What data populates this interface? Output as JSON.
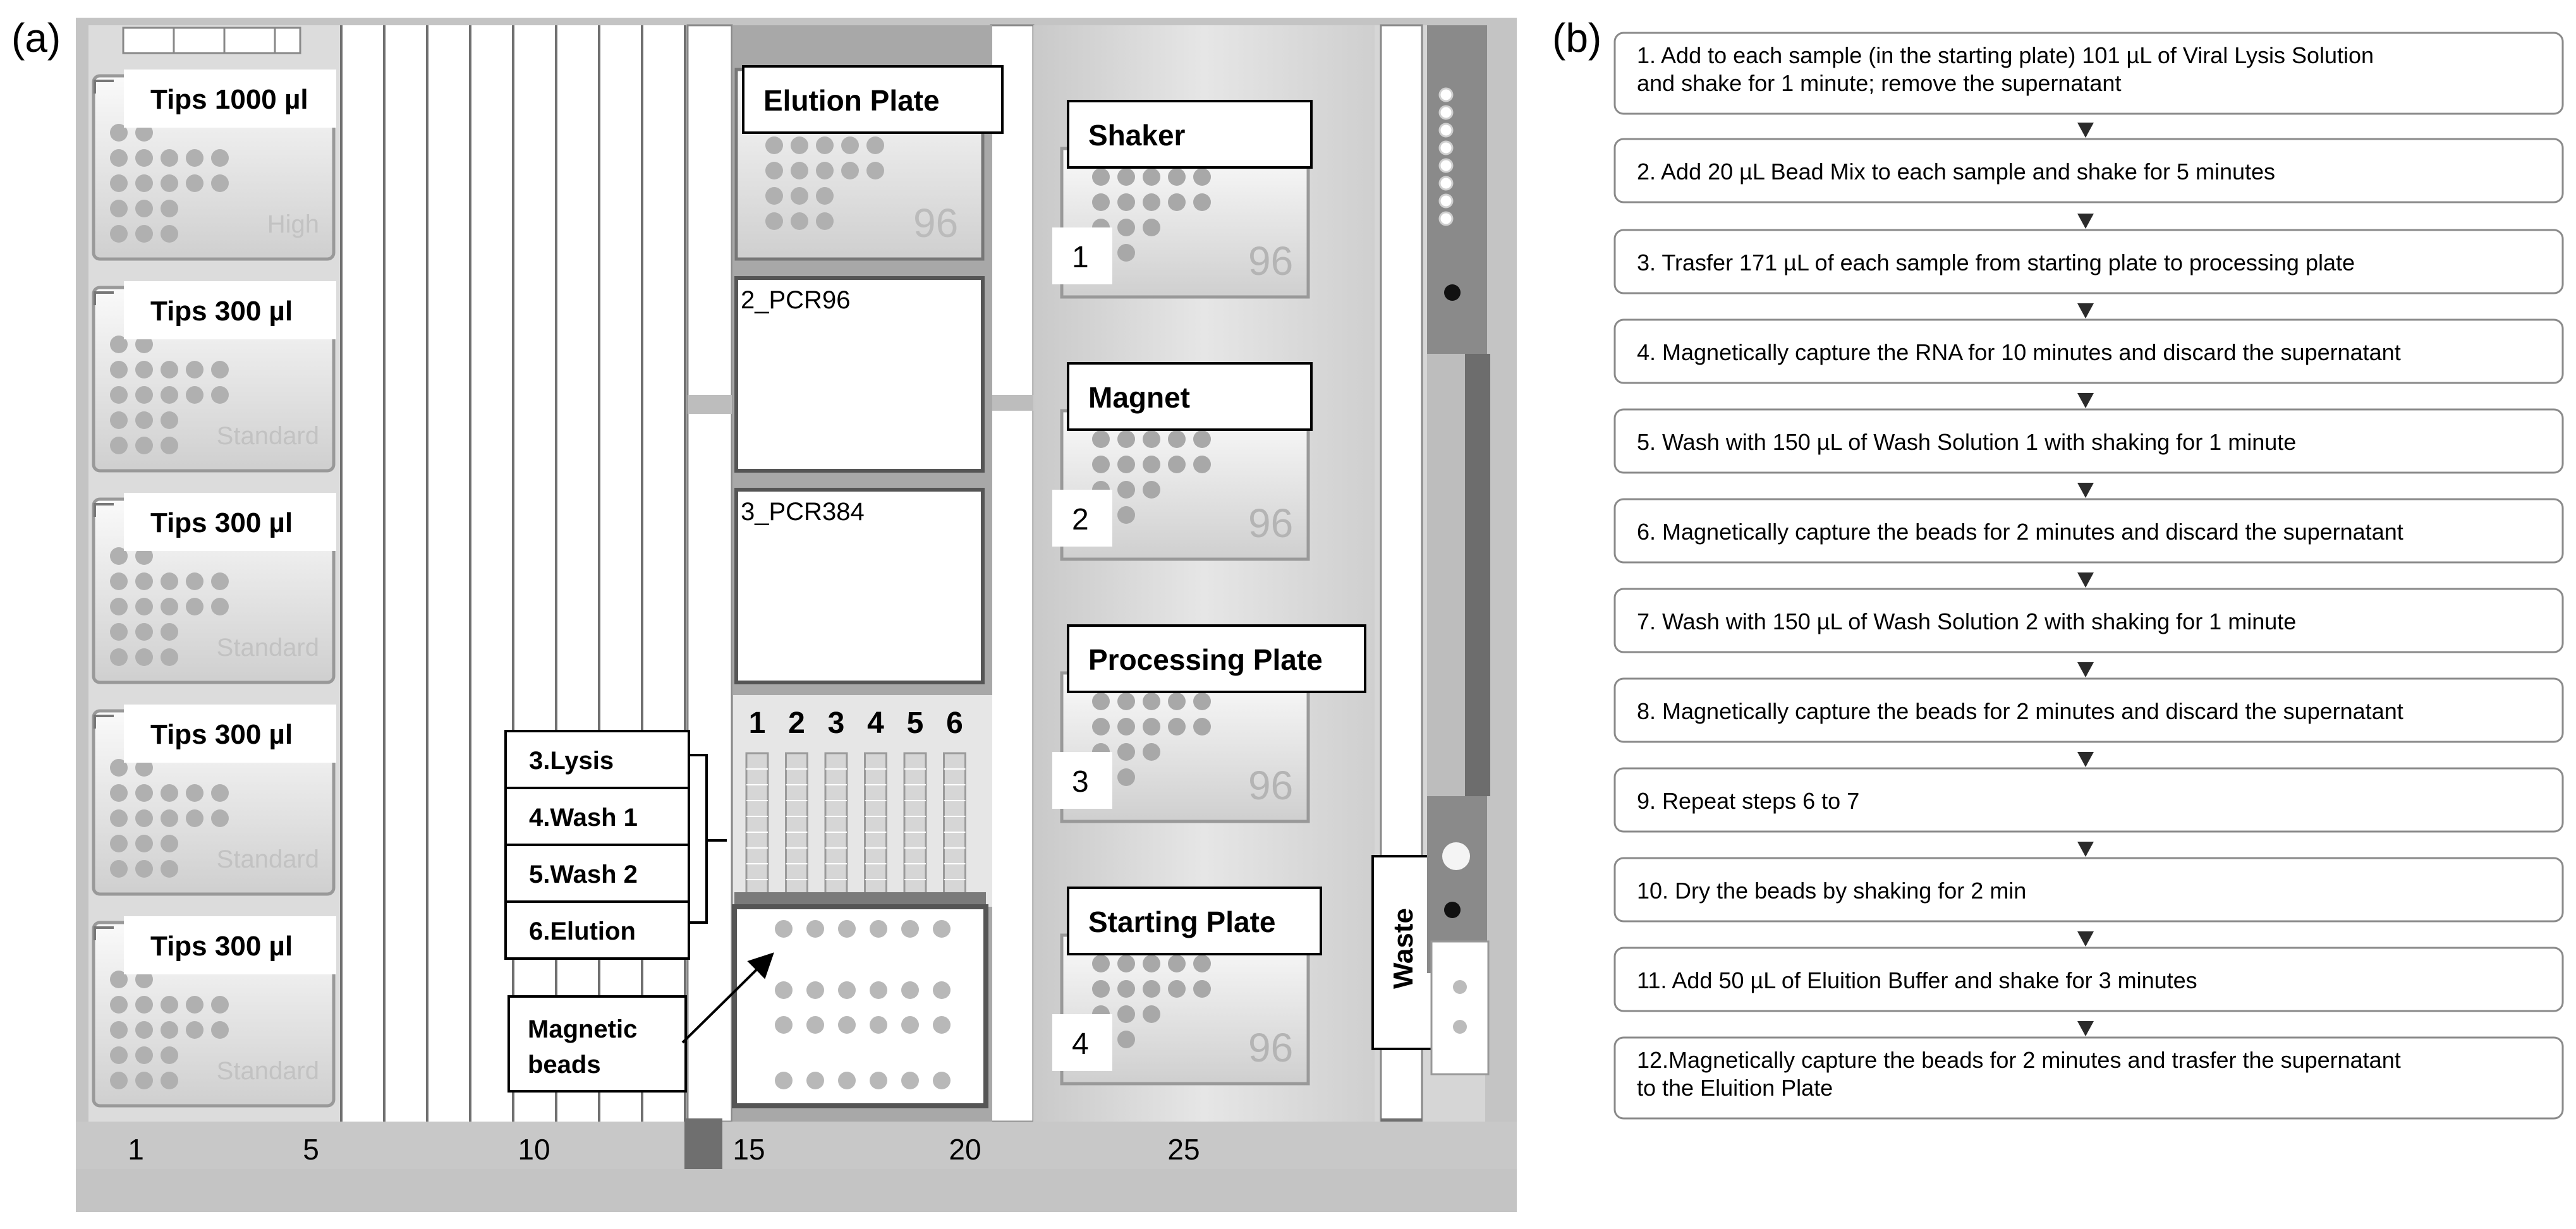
{
  "panel_a": {
    "panel_label": "(a)",
    "tips": [
      {
        "label": "Tips 1000 µl",
        "type": "High"
      },
      {
        "label": "Tips 300 µl",
        "type": "Standard"
      },
      {
        "label": "Tips 300 µl",
        "type": "Standard"
      },
      {
        "label": "Tips 300 µl",
        "type": "Standard"
      },
      {
        "label": "Tips 300 µl",
        "type": "Standard"
      }
    ],
    "middle": {
      "elution_plate": "Elution Plate",
      "elution_plate_count": "96",
      "pcr96": "2_PCR96",
      "pcr384": "3_PCR384",
      "trough_numbers": [
        "1",
        "2",
        "3",
        "4",
        "5",
        "6"
      ]
    },
    "reagents": [
      "3.Lysis",
      "4.Wash 1",
      "5.Wash 2",
      "6.Elution"
    ],
    "magnetic_beads": "Magnetic\nbeads",
    "carriers": [
      {
        "label": "Shaker",
        "number": "1",
        "count": "96"
      },
      {
        "label": "Magnet",
        "number": "2",
        "count": "96"
      },
      {
        "label": "Processing Plate",
        "number": "3",
        "count": "96"
      },
      {
        "label": "Starting Plate",
        "number": "4",
        "count": "96"
      }
    ],
    "waste": "Waste",
    "axis_ticks": [
      "1",
      "5",
      "10",
      "15",
      "20",
      "25"
    ]
  },
  "panel_b": {
    "panel_label": "(b)",
    "steps": [
      [
        "1. Add to each sample (in the starting plate) 101 µL of Viral Lysis Solution",
        "and shake for 1 minute; remove the supernatant"
      ],
      [
        "2. Add 20 µL Bead Mix to each sample and shake for 5 minutes"
      ],
      [
        "3. Trasfer 171 µL of each sample from starting plate to processing plate"
      ],
      [
        "4. Magnetically capture the RNA for 10 minutes and discard the supernatant"
      ],
      [
        "5. Wash with 150 µL of Wash Solution 1 with shaking for 1 minute"
      ],
      [
        "6. Magnetically capture the beads for 2 minutes and discard the supernatant"
      ],
      [
        "7. Wash with 150 µL of Wash Solution 2 with shaking for 1 minute"
      ],
      [
        "8. Magnetically capture the beads for 2 minutes and discard the supernatant"
      ],
      [
        "9. Repeat steps 6 to 7"
      ],
      [
        "10. Dry the beads by shaking for 2 min"
      ],
      [
        "11. Add 50 µL of Eluition Buffer and shake for 3 minutes"
      ],
      [
        "12.Magnetically capture the beads for 2 minutes and trasfer the supernatant",
        "to the Eluition Plate"
      ]
    ]
  }
}
